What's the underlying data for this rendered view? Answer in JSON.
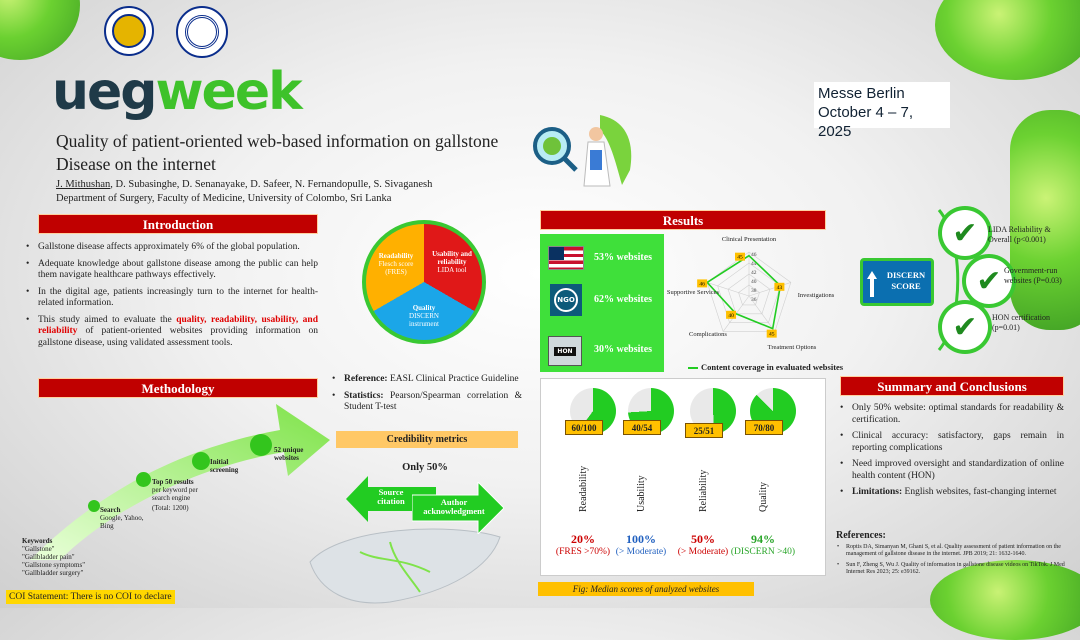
{
  "header": {
    "brand_ueg": "ueg",
    "brand_week": "week",
    "venue_line1": "Messe Berlin",
    "venue_line2": "October 4 – 7, 2025",
    "title_line1": "Quality of patient-oriented web-based information on gallstone",
    "title_line2": "Disease on the internet",
    "authors_first": "J. Mithushan",
    "authors_rest": ", D. Subasinghe, D. Senanayake, D. Safeer, N. Fernandopulle, S. Sivaganesh",
    "affiliation": "Department of Surgery, Faculty of Medicine, University of  Colombo, Sri Lanka"
  },
  "introduction": {
    "heading": "Introduction",
    "b1": "Gallstone disease affects approximately 6% of the global population.",
    "b2": "Adequate knowledge about gallstone disease among the public can help them navigate healthcare pathways effectively.",
    "b3": "In the digital age, patients increasingly turn to the internet for health-related information.",
    "b4_pre": "This study aimed to evaluate the ",
    "b4_hl": "quality, readability, usability, and reliability",
    "b4_post": " of patient-oriented websites providing information on gallstone disease, using validated assessment tools."
  },
  "pie": {
    "readability_title": "Readability",
    "readability_sub": "Flesch score (FRES)",
    "usability_title": "Usability and reliability",
    "usability_sub": "LIDA tool",
    "quality_title": "Quality",
    "quality_sub": "DISCERN instrument"
  },
  "methodology": {
    "heading": "Methodology",
    "ref_label": "Reference:",
    "ref_text": " EASL Clinical Practice Guideline",
    "stats_label": "Statistics:",
    "stats_text": " Pearson/Spearman correlation & Student T-test",
    "step1_title": "Search",
    "step1_text": "Google, Yahoo, Bing",
    "step2_title": "Top 50 results",
    "step2_text": "per keyword per search engine",
    "step2_total": "(Total: 1200)",
    "step3_title": "Initial screening",
    "step4_title": "52 unique websites",
    "keywords_title": "Keywords",
    "kw1": "\"Gallstone\"",
    "kw2": "\"Gallbladder pain\"",
    "kw3": "\"Gallstone symptoms\"",
    "kw4": "\"Gallbladder surgery\""
  },
  "credibility": {
    "heading": "Credibility metrics",
    "only": "Only 50%",
    "left_arrow": "Source citation",
    "right_arrow": "Author acknowledgment"
  },
  "coi": "COI Statement: There is no COI to declare",
  "results": {
    "heading": "Results",
    "stat1": "53% websites",
    "stat2": "62% websites",
    "stat3": "30% websites",
    "ngo_label": "NGO",
    "hon_label": "HON",
    "radar_caption": "Content coverage in evaluated websites",
    "discern_label": "DISCERN SCORE",
    "check1": "LIDA Reliability & Overall  (p<0.001)",
    "check2": "Government-run websites (P=0.03)",
    "check3": "HON certification (p=0.01)",
    "fig_caption": "Fig: Median scores of analyzed websites"
  },
  "summary": {
    "heading": "Summary and Conclusions",
    "b1": "Only 50% website: optimal standards for readability & certification.",
    "b2": "Clinical accuracy: satisfactory, gaps remain in reporting complications",
    "b3": "Need improved oversight and standardization of online health content (HON)",
    "b4_label": "Limitations:",
    "b4_text": " English websites, fast-changing internet"
  },
  "references": {
    "heading": "References:",
    "r1": "Roptis DA, Simanyan M, Ghani S, et al. Quality assessment of patient information on the management of gallstone disease in the internet. JPB 2019; 21: 1632-1640.",
    "r2": "Sun F, Zheng S, Wu J. Quality of information in gallstone disease videos on TikTok. J Med Internet Res 2023; 25: e39162."
  },
  "radar_data": {
    "type": "radar",
    "axes": [
      "Clinical Presentation",
      "Investigations",
      "Treatment Options",
      "Complications",
      "Supportive Services"
    ],
    "values": [
      45,
      43,
      45,
      40,
      46
    ],
    "ticks": [
      "46",
      "44",
      "42",
      "40",
      "38",
      "36"
    ],
    "range": [
      34,
      46
    ]
  },
  "chart_data": {
    "type": "bar",
    "title": "Fig: Median scores of analyzed websites",
    "categories": [
      "Readability",
      "Usability",
      "Reliability",
      "Quality"
    ],
    "scores": [
      "60/100",
      "40/54",
      "25/51",
      "70/80"
    ],
    "fractions": [
      0.6,
      0.74,
      0.49,
      0.875
    ],
    "percentages": [
      "20%",
      "100%",
      "50%",
      "94%"
    ],
    "thresholds": [
      "(FRES >70%)",
      "(> Moderate)",
      "(> Moderate)",
      "(DISCERN >40)"
    ],
    "colors": [
      "#cc0000",
      "#1f5fbf",
      "#cc0000",
      "#2aa52a"
    ]
  }
}
